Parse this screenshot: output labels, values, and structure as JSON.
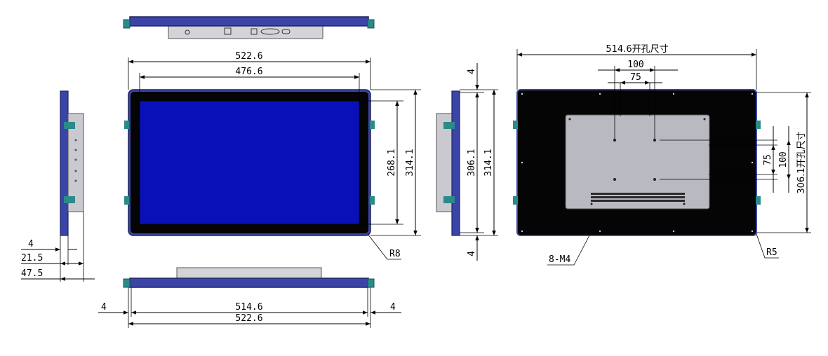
{
  "colors": {
    "frame_blue": "#3b45a8",
    "frame_edge": "#1e2460",
    "screen_blue": "#0a10b8",
    "bezel_black": "#050505",
    "back_panel_gray": "#b9b9c1",
    "mount_bracket": "#2b8a8a",
    "dimension_line": "#000000"
  },
  "dimensions": {
    "front_outer_width": "522.6",
    "front_screen_width": "476.6",
    "front_screen_height": "268.1",
    "front_outer_height": "314.1",
    "corner_radius_front": "R8",
    "side_margin_4": "4",
    "side_depth_21_5": "21.5",
    "side_depth_47_5": "47.5",
    "bottom_cutout_width": "514.6",
    "bottom_outer_width": "522.6",
    "bottom_left_gap": "4",
    "bottom_right_gap": "4",
    "side_top_gap": "4",
    "side_bottom_gap": "4",
    "side_cutout_height": "306.1",
    "side_outer_height": "314.1",
    "back_cutout_width": "514.6开孔尺寸",
    "vesa_outer_h": "100",
    "vesa_inner_h": "75",
    "vesa_inner_v": "75",
    "vesa_outer_v": "100",
    "back_cutout_height": "306.1开孔尺寸",
    "screw_label": "8-M4",
    "corner_radius_back": "R5"
  }
}
